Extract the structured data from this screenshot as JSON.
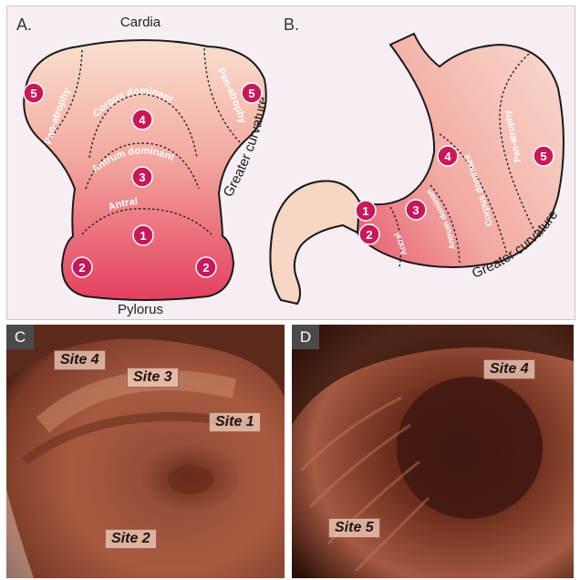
{
  "panel_a": {
    "letter": "A.",
    "top_label": "Cardia",
    "bottom_label": "Pylorus",
    "side_label": "Greater curvature",
    "zones": {
      "pan_left": "Pan-atrophy",
      "pan_right": "Pan-atrophy",
      "corpus": "Corpus dominant",
      "antrum": "Antrum dominant",
      "antral": "Antral"
    },
    "sites": {
      "s1": "1",
      "s2l": "2",
      "s2r": "2",
      "s3": "3",
      "s4": "4",
      "s5l": "5",
      "s5r": "5"
    }
  },
  "panel_b": {
    "letter": "B.",
    "side_label": "Greater curvature",
    "zones": {
      "pan": "Pan-atrophy",
      "corpus": "Corpus dominant",
      "antrum": "Antrum dominant",
      "antral": "Antral"
    },
    "sites": {
      "s1": "1",
      "s2": "2",
      "s3": "3",
      "s4": "4",
      "s5": "5"
    }
  },
  "panel_c": {
    "letter": "C",
    "site4": "Site 4",
    "site3": "Site 3",
    "site1": "Site 1",
    "site2": "Site 2"
  },
  "panel_d": {
    "letter": "D",
    "site4": "Site 4",
    "site5": "Site 5"
  },
  "colors": {
    "badge": "#c8185a",
    "stomach_top": "#f8d8c8",
    "stomach_bottom": "#e44a66",
    "panel_background": "#f7eef3"
  }
}
